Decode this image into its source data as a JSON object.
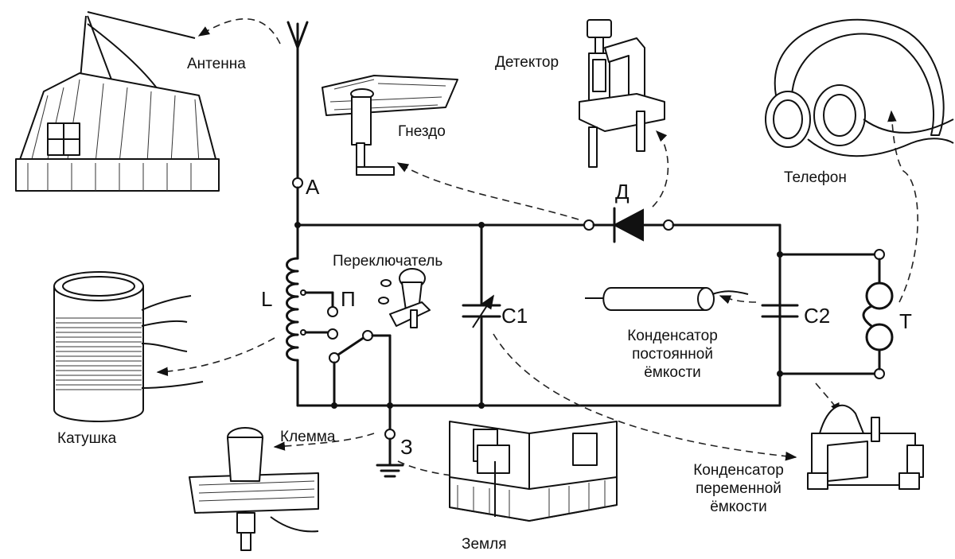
{
  "labels": {
    "antenna": "Антенна",
    "socket": "Гнездо",
    "detector": "Детектор",
    "phone": "Телефон",
    "switch": "Переключатель",
    "coil": "Катушка",
    "terminal": "Клемма",
    "ground": "Земля",
    "fixed_cap_1": "Конденсатор",
    "fixed_cap_2": "постоянной",
    "fixed_cap_3": "ёмкости",
    "var_cap_1": "Конденсатор",
    "var_cap_2": "переменной",
    "var_cap_3": "ёмкости"
  },
  "symbols": {
    "a": "А",
    "d": "Д",
    "l": "L",
    "p": "П",
    "c1": "С1",
    "c2": "С2",
    "t": "Т",
    "z": "З"
  }
}
